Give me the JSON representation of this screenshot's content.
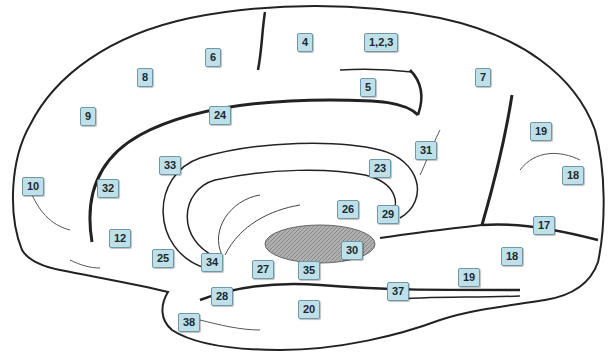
{
  "diagram": {
    "labels": [
      "4",
      "1,2,3",
      "6",
      "8",
      "5",
      "7",
      "9",
      "24",
      "19",
      "31",
      "33",
      "23",
      "18",
      "10",
      "32",
      "26",
      "29",
      "17",
      "12",
      "25",
      "34",
      "27",
      "30",
      "18",
      "35",
      "28",
      "19",
      "37",
      "38",
      "20"
    ]
  }
}
